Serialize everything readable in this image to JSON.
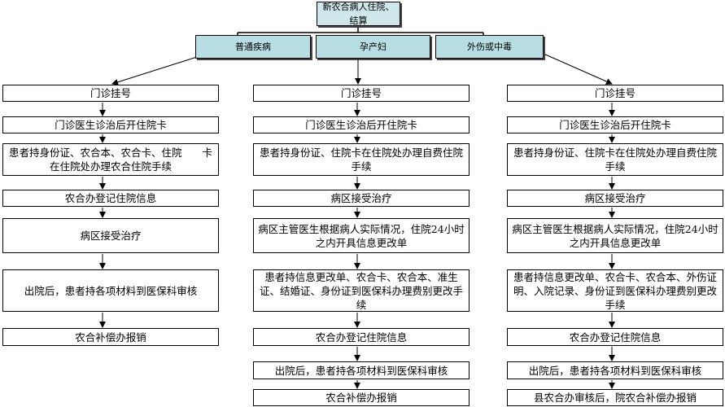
{
  "root": "新农合病人住院、结算",
  "categories": [
    {
      "label": "普通疾病",
      "steps": [
        "门诊挂号",
        "门诊医生诊治后开住院卡",
        "患者持身份证、农合本、农合卡、住院　　卡在住院处办理农合住院手续",
        "农合办登记住院信息",
        "病区接受治疗",
        "出院后，患者持各项材料到医保科审核",
        "农合补偿办报销"
      ]
    },
    {
      "label": "孕产妇",
      "steps": [
        "门诊挂号",
        "门诊医生诊治后开住院卡",
        "患者持身份证、住院卡在住院处办理自费住院手续",
        "病区接受治疗",
        "病区主管医生根据病人实际情况，住院24小时之内开具信息更改单",
        "患者持信息更改单、农合卡、农合本、准生证、结婚证、身份证到医保科办理费别更改手续",
        "农合办登记住院信息",
        "出院后，患者持各项材料到医保科审核",
        "农合补偿办报销"
      ]
    },
    {
      "label": "外伤或中毒",
      "steps": [
        "门诊挂号",
        "门诊医生诊治后开住院卡",
        "患者持身份证、住院卡在住院处办理自费住院手续",
        "病区接受治疗",
        "病区主管医生根据病人实际情况，住院24小时之内开具信息更改单",
        "患者持信息更改单、农合卡、农合本、外伤证明、入院记录、身份证到医保科办理费别更改手续",
        "农合办登记住院信息",
        "出院后，患者持各项材料到医保科审核",
        "县农合办审核后，院农合补偿办报销"
      ]
    }
  ]
}
